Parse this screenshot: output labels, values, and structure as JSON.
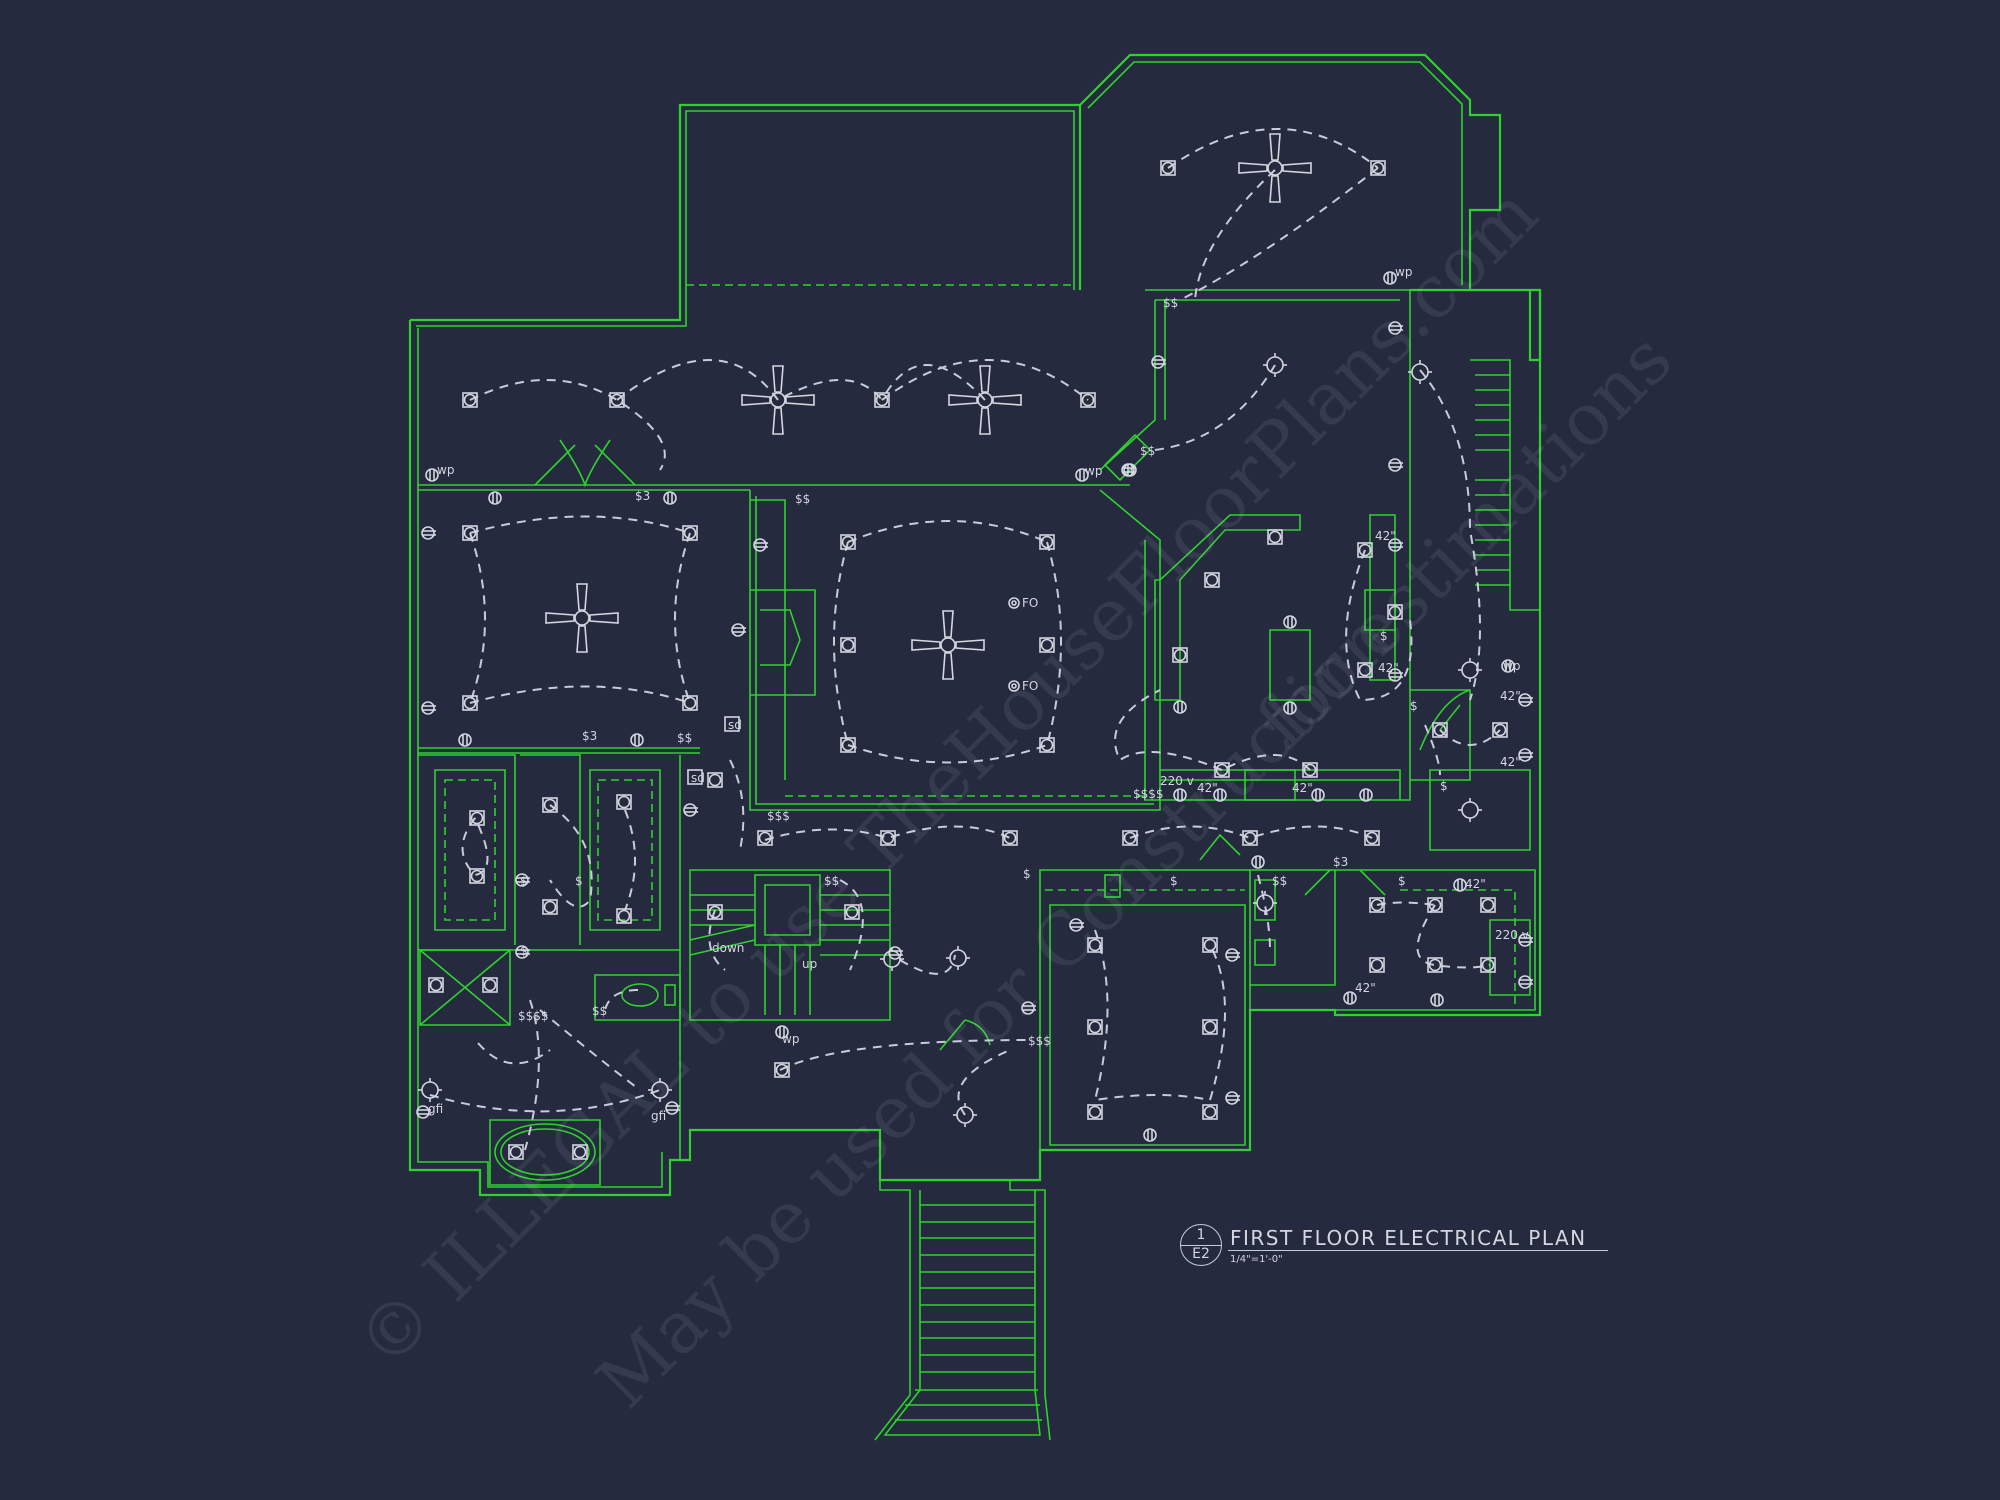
{
  "drawing": {
    "background_color": "#252a3e",
    "wall_color": "#2fd12f",
    "fixture_color": "#d4d6e0"
  },
  "title_block": {
    "detail_number": "1",
    "sheet_number": "E2",
    "title": "FIRST FLOOR ELECTRICAL PLAN",
    "scale": "1/4\"=1'-0\""
  },
  "watermarks": [
    "© ILLEGAL to use TheHouseFloorPlans.com",
    "May be used for Construction",
    "for estimations"
  ],
  "annotations": {
    "wp": "wp",
    "fo": "FO",
    "sd": "sd",
    "gfi": "gfi",
    "v220": "220 v",
    "h42": "42\"",
    "down": "down",
    "up": "up",
    "switch": "$",
    "switch2": "$$",
    "switch3": "$3",
    "switch4": "$$$",
    "switch5": "$$$$"
  },
  "legend_symbols": [
    "recessed-light",
    "ceiling-fan",
    "duplex-outlet",
    "weatherproof-outlet",
    "gfi-outlet",
    "floor-outlet",
    "smoke-detector",
    "wall-sconce",
    "switch",
    "220v-outlet"
  ]
}
